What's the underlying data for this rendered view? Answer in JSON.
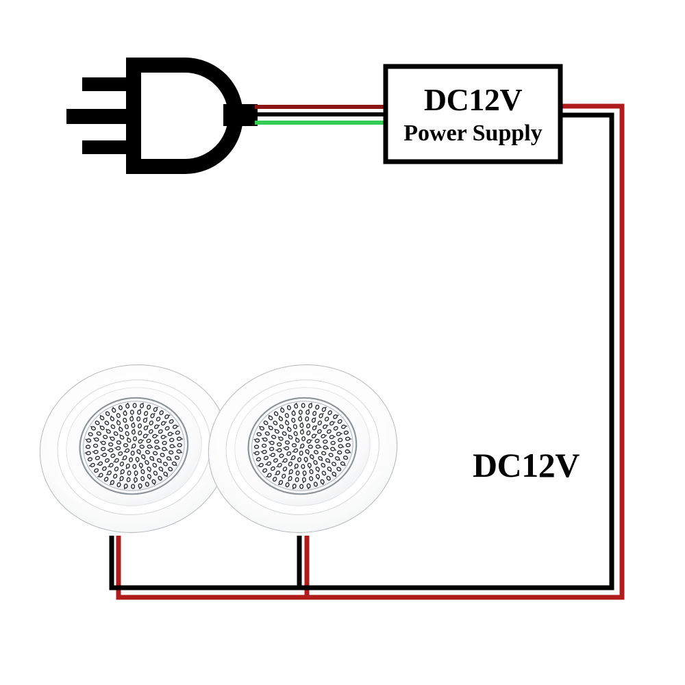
{
  "diagram": {
    "title": "DC12V LED Downlight Parallel Wiring Diagram",
    "background_color": "#ffffff"
  },
  "power_plug": {
    "label": "ac-mains-plug",
    "prong_count": 3,
    "color": "#000000"
  },
  "input_cable": {
    "wires": [
      {
        "name": "live-wire",
        "color": "#8c1515",
        "position": "top"
      },
      {
        "name": "neutral-wire",
        "color": "#000000",
        "position": "middle"
      },
      {
        "name": "ground-wire",
        "color": "#33cc55",
        "position": "bottom"
      }
    ]
  },
  "power_supply": {
    "title": "DC12V",
    "subtitle": "Power Supply",
    "border_color": "#000000",
    "fill_color": "#ffffff"
  },
  "output_label": {
    "text": "DC12V"
  },
  "output_cable": {
    "wires": [
      {
        "name": "positive-wire",
        "color": "#b01c1c",
        "polarity": "+"
      },
      {
        "name": "negative-wire",
        "color": "#000000",
        "polarity": "-"
      }
    ]
  },
  "lights": [
    {
      "name": "led-downlight-1",
      "type": "recessed-led-downlight",
      "body_color": "#ffffff",
      "wires": [
        {
          "name": "light-1-negative-wire",
          "color": "#000000"
        },
        {
          "name": "light-1-positive-wire",
          "color": "#b01c1c"
        }
      ]
    },
    {
      "name": "led-downlight-2",
      "type": "recessed-led-downlight",
      "body_color": "#ffffff",
      "wires": [
        {
          "name": "light-2-negative-wire",
          "color": "#000000"
        },
        {
          "name": "light-2-positive-wire",
          "color": "#b01c1c"
        }
      ]
    }
  ],
  "colors": {
    "red": "#b01c1c",
    "dark_red": "#8c1515",
    "black": "#000000",
    "green": "#33cc55",
    "white": "#ffffff",
    "led_outline": "#bfc3c7"
  }
}
